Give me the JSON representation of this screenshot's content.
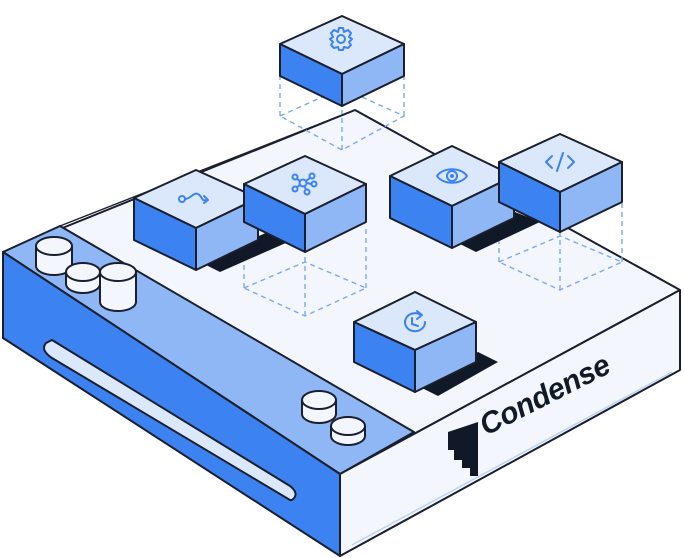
{
  "brand": {
    "name": "Condense",
    "logo_icon": "stair-step-logo-icon"
  },
  "modules": [
    {
      "id": "settings",
      "icon": "gear-icon",
      "state": "hovering-above-slot"
    },
    {
      "id": "routing",
      "icon": "route-icon",
      "state": "docked"
    },
    {
      "id": "network",
      "icon": "network-nodes-icon",
      "state": "docked"
    },
    {
      "id": "monitor",
      "icon": "eye-icon",
      "state": "docked"
    },
    {
      "id": "code",
      "icon": "code-icon",
      "state": "docked"
    },
    {
      "id": "refresh",
      "icon": "refresh-icon",
      "state": "docked"
    }
  ],
  "colors": {
    "outline": "#1a1f2e",
    "blue_primary": "#3c82f0",
    "blue_light": "#8fb7f5",
    "blue_pale": "#dbe8fb",
    "surface": "#f3f7fd",
    "slot_dark": "#111827",
    "dashed": "#7fa8e6"
  }
}
